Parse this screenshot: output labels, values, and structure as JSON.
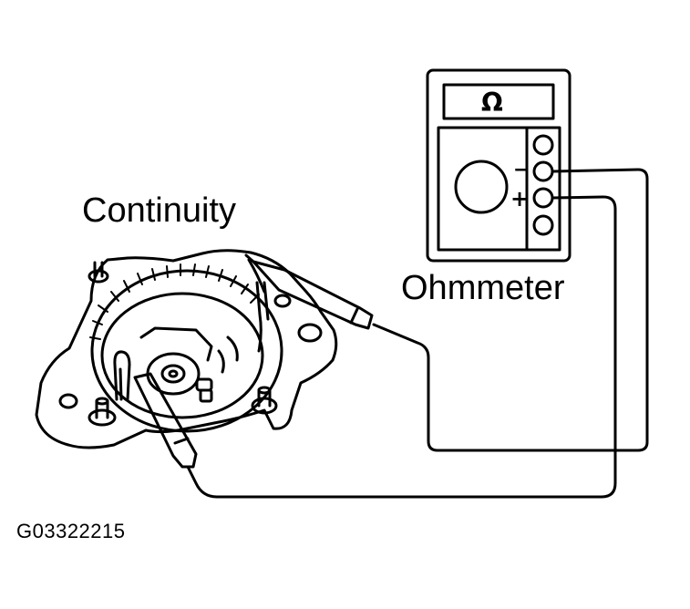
{
  "labels": {
    "continuity": "Continuity",
    "ohmmeter": "Ohmmeter",
    "figure_id": "G03322215"
  },
  "meter": {
    "display_symbol": "Ω",
    "terminal_minus": "−",
    "terminal_plus": "+"
  },
  "colors": {
    "ink": "#000000",
    "background": "#ffffff"
  }
}
